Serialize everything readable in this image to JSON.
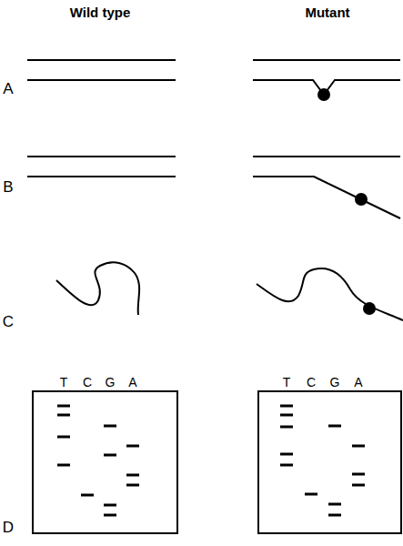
{
  "diagram": {
    "labels": [
      "Wild type",
      "Mutant",
      "A",
      "B",
      "C",
      "D",
      "T",
      "C",
      "G",
      "A",
      "T",
      "C",
      "G",
      "A"
    ]
  }
}
